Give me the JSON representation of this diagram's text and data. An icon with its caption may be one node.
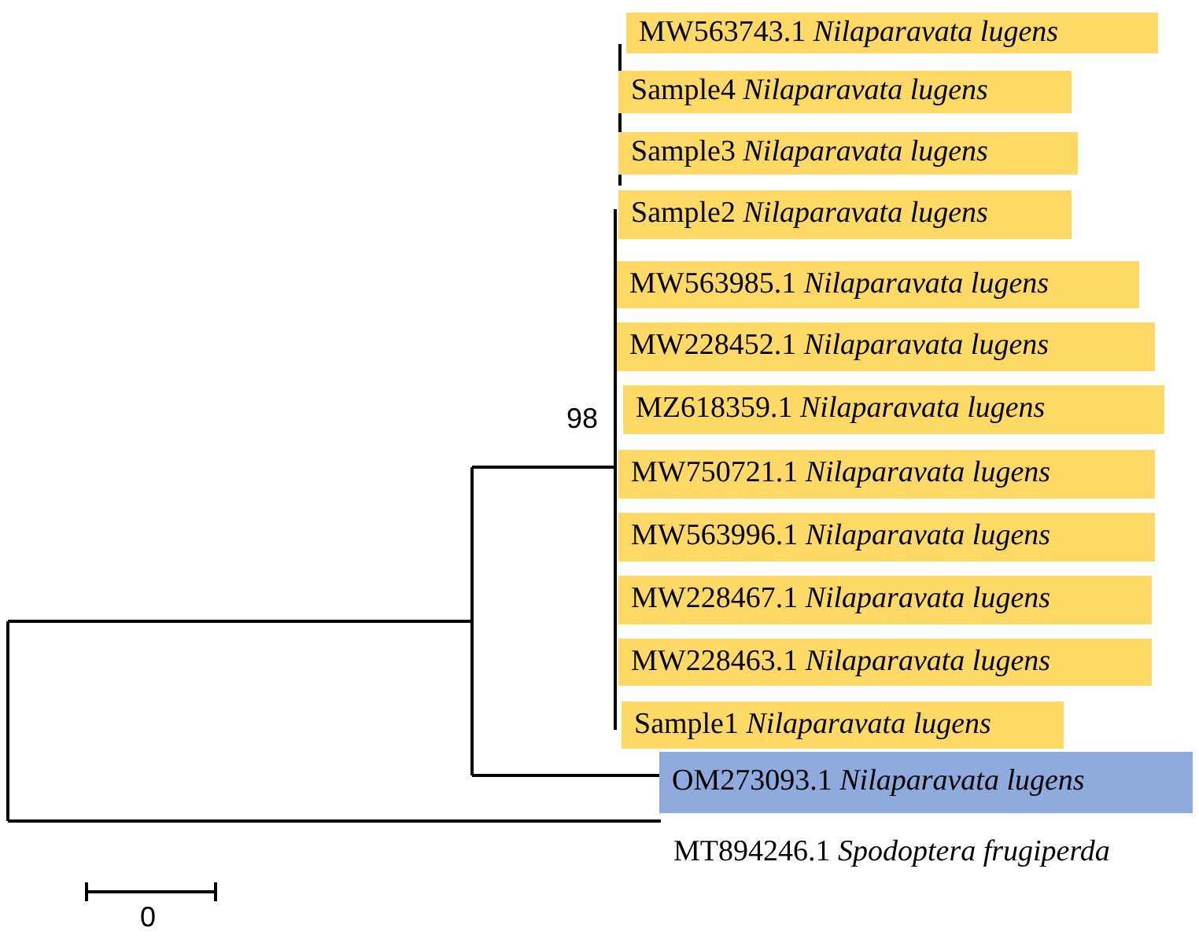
{
  "diagram": {
    "nodes": [
      {
        "text": [
          "MW563743.1 *Nilaparavata lugens*"
        ]
      },
      {
        "text": [
          "Sample4 *Nilaparavata lugens*"
        ]
      },
      {
        "text": [
          "Sample3 *Nilaparavata lugens*"
        ]
      },
      {
        "text": [
          "Sample2 *Nilaparavata lugens*"
        ]
      },
      {
        "text": [
          "MW563985.1 *Nilaparavata lugens*"
        ]
      },
      {
        "text": [
          "MW228452.1 *Nilaparavata lugens*"
        ]
      },
      {
        "text": [
          "MZ618359.1 *Nilaparavata lugens*"
        ]
      },
      {
        "text": [
          "MW750721.1 *Nilaparavata lugens*"
        ]
      },
      {
        "text": [
          "MW563996.1 *Nilaparavata lugens*"
        ]
      },
      {
        "text": [
          "MW228467.1 *Nilaparavata lugens*"
        ]
      },
      {
        "text": [
          "MW228463.1 *Nilaparavata lugens*"
        ]
      },
      {
        "text": [
          "Sample1 *Nilaparavata lugens*"
        ]
      },
      {
        "text": [
          "OM273093.1 *Nilaparavata lugens*"
        ]
      },
      {
        "text": [
          "MT894246.1 *Spodoptera frugiperda*"
        ]
      }
    ],
    "labels": [
      "98",
      "0"
    ]
  }
}
